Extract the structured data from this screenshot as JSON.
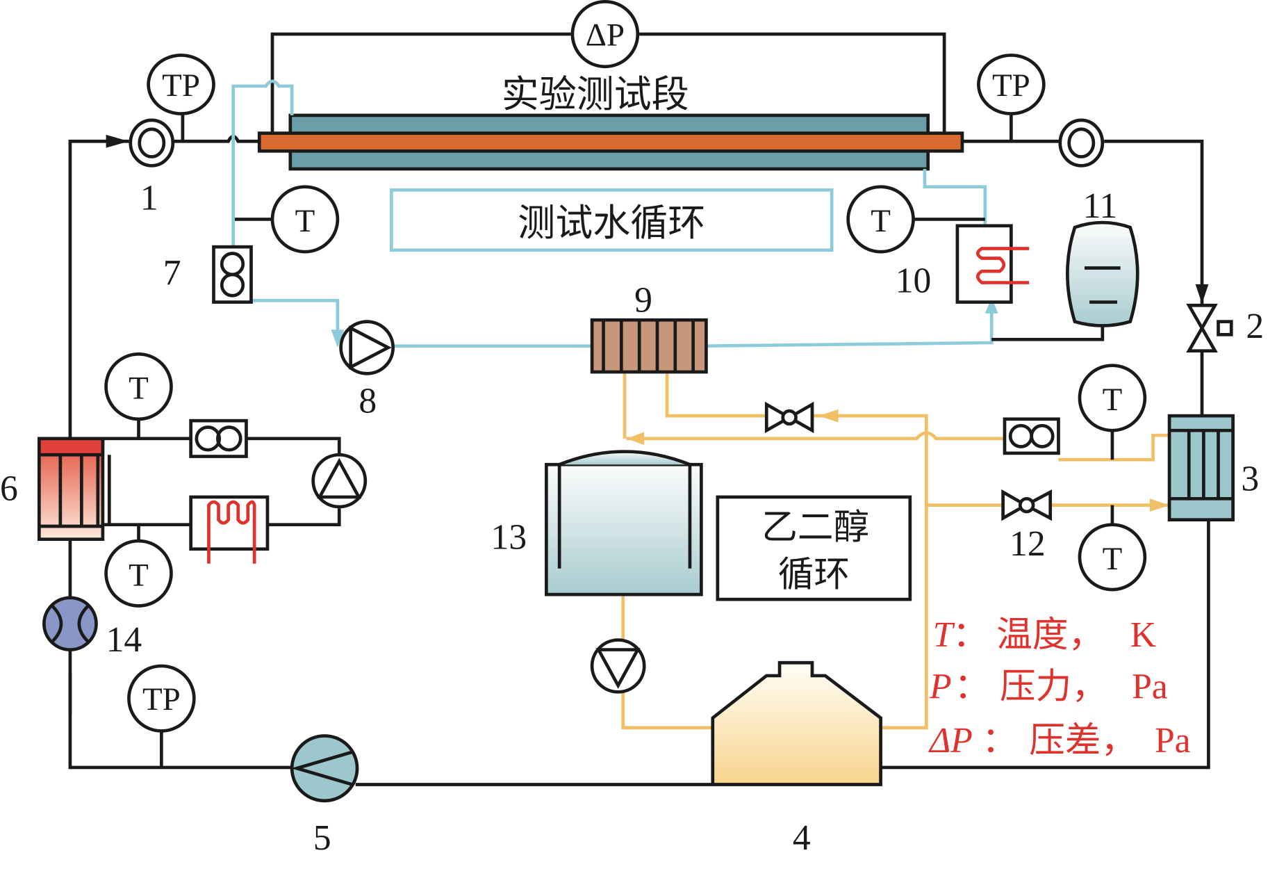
{
  "diagram": {
    "test_section_label": "实验测试段",
    "water_loop_label": "测试水循环",
    "glycol_loop_label_line1": "乙二醇",
    "glycol_loop_label_line2": "循环",
    "sensors": {
      "tp": "TP",
      "t": "T",
      "dp": "ΔP"
    },
    "component_numbers": [
      "1",
      "2",
      "3",
      "4",
      "5",
      "6",
      "7",
      "8",
      "9",
      "10",
      "11",
      "12",
      "13",
      "14"
    ],
    "legend": [
      {
        "symbol": "T",
        "sep": "：",
        "text": "温度，",
        "unit": "K"
      },
      {
        "symbol": "P",
        "sep": "：",
        "text": "压力，",
        "unit": "Pa"
      },
      {
        "symbol": "ΔP",
        "sep": "：",
        "text": "压差，",
        "unit": "Pa"
      }
    ],
    "colors": {
      "test_tube": "#d96a30",
      "jacket": "#6a9fa8",
      "water_line": "#8ecbd9",
      "glycol_line": "#f1bf66",
      "legend_text": "#e0322c",
      "heat_exchanger_9": "#c8967a",
      "heater_coil": "#e0322c"
    }
  }
}
